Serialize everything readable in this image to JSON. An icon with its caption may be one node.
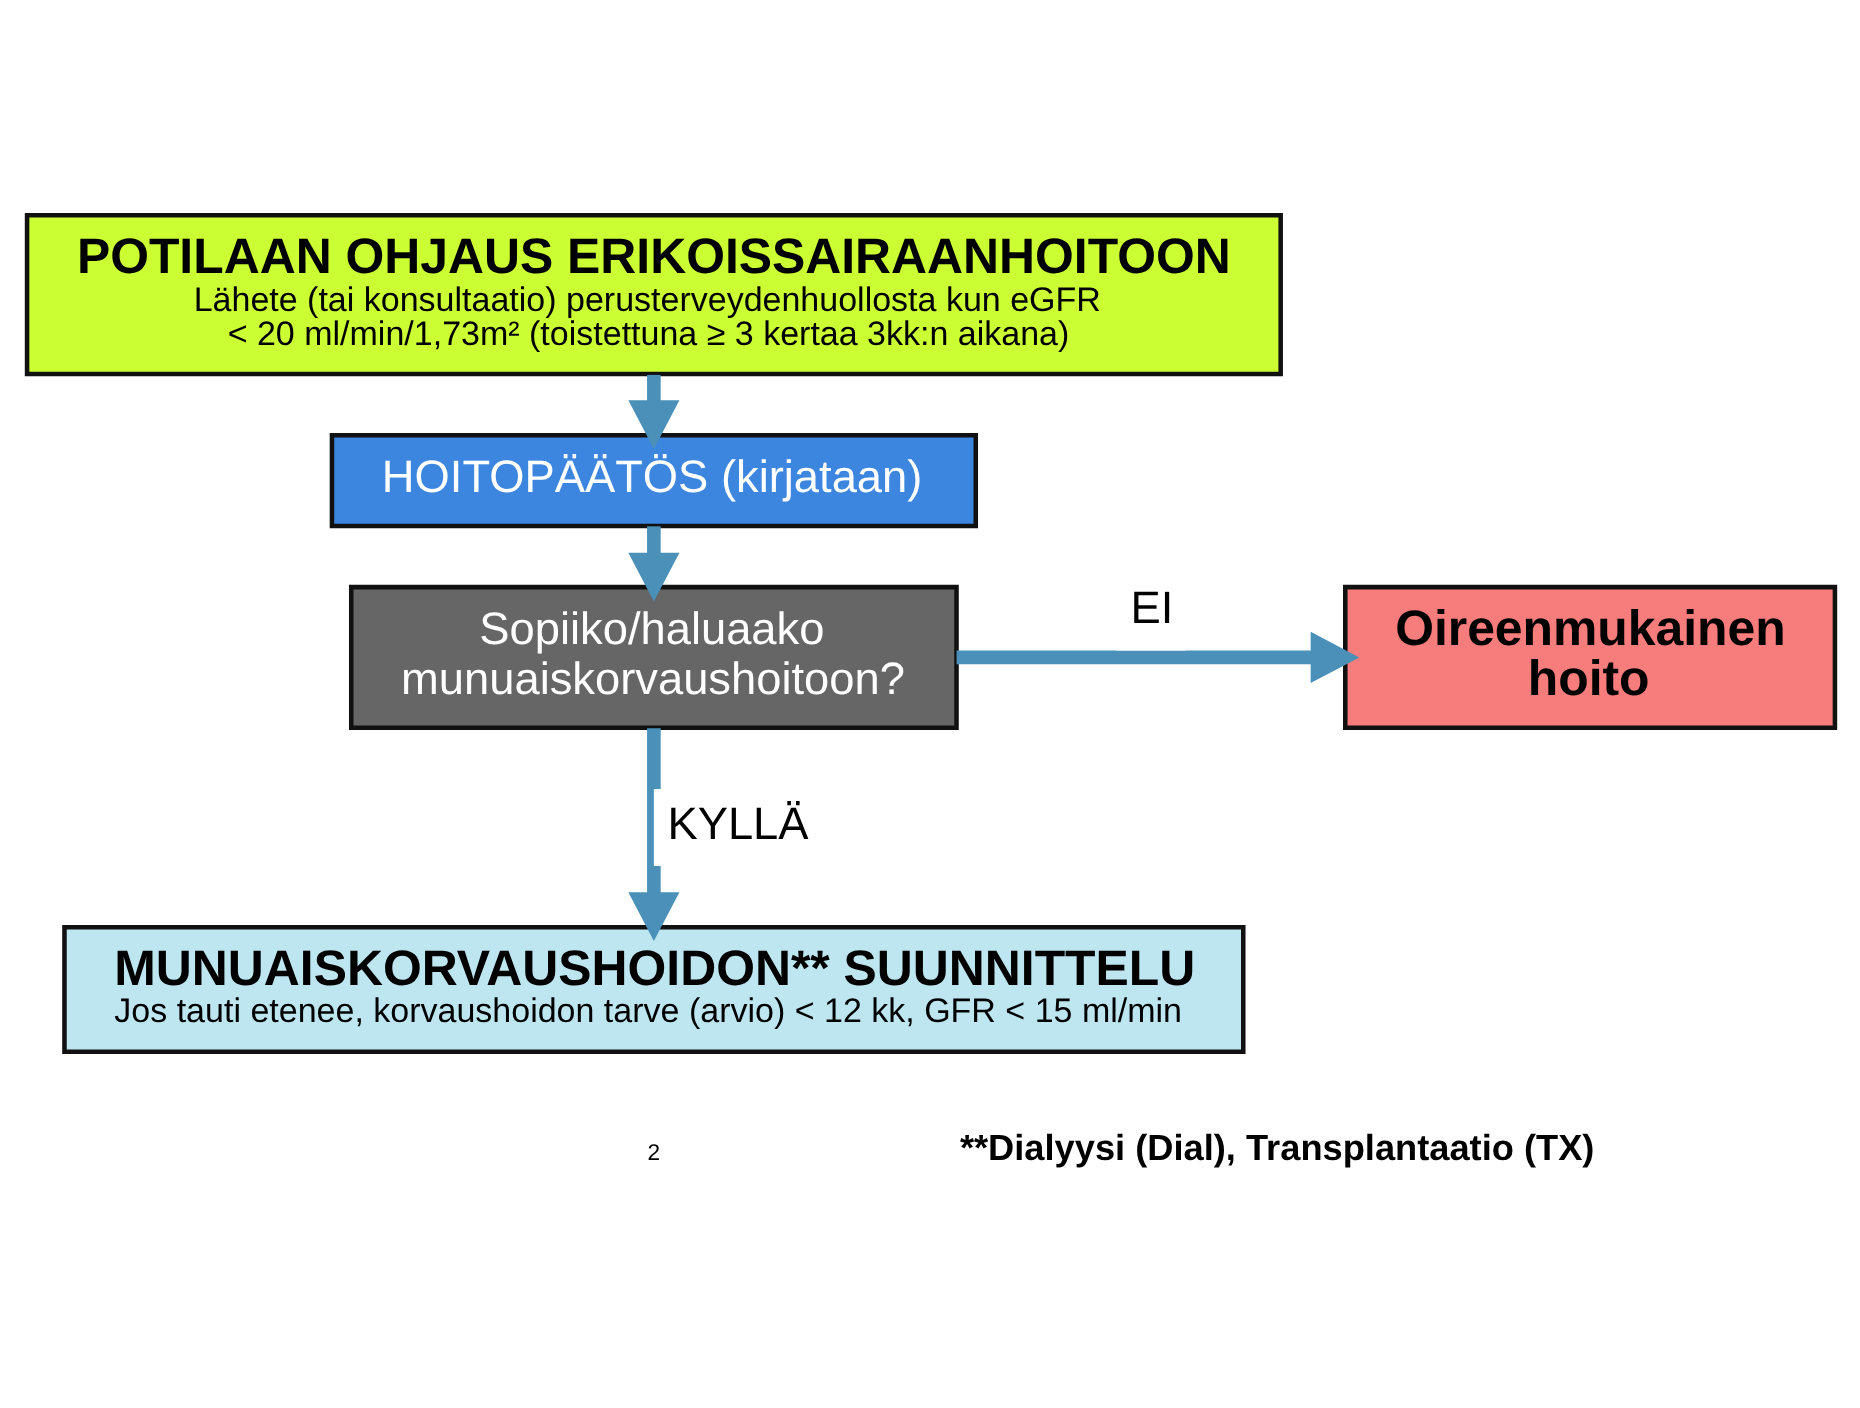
{
  "diagram": {
    "nodes": [
      {
        "text": [
          "POTILAAN OHJAUS ERIKOISSAIRAANHOITOON",
          "Lähete (tai konsultaatio) perusterveydenhuollosta kun eGFR  < 20 ml/min/1,73m² (toistettuna ≥ 3 kertaa 3kk:n aikana)"
        ]
      },
      {
        "text": [
          "HOITOPÄÄTÖS (kirjataan)"
        ]
      },
      {
        "text": [
          "Sopiiko/haluaako munuaiskorvaushoitoon?"
        ]
      },
      {
        "text": [
          "Oireenmukainen hoito"
        ]
      },
      {
        "text": [
          "MUNUAISKORVAUSHOIDON** SUUNNITTELU",
          "Jos tauti etenee, korvaushoidon tarve (arvio) < 12 kk, GFR < 15 ml/min"
        ]
      }
    ],
    "edges": [
      {
        "from": 0,
        "to": 1,
        "arrow": "to"
      },
      {
        "from": 1,
        "to": 2,
        "arrow": "to"
      },
      {
        "from": 2,
        "to": 3,
        "arrow": "to",
        "label": "EI"
      },
      {
        "from": 2,
        "to": 4,
        "arrow": "to",
        "label": "KYLLÄ"
      }
    ],
    "labels": [
      "2",
      "**Dialyysi (Dial), Transplantaatio (TX)"
    ]
  }
}
